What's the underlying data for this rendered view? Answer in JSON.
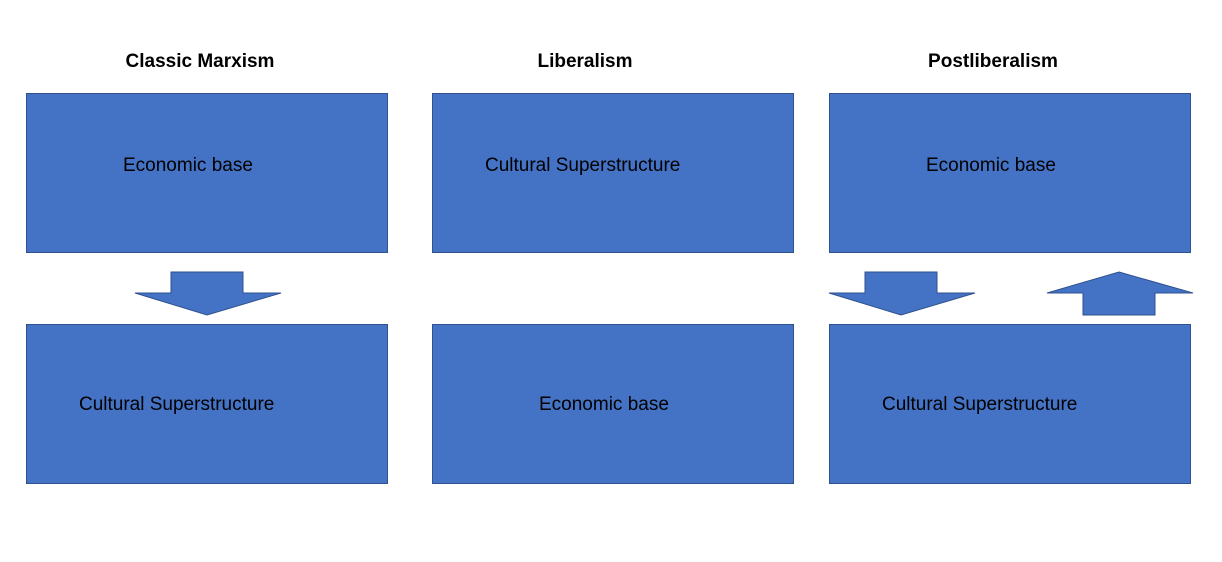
{
  "diagram": {
    "columns": [
      {
        "heading": "Classic Marxism",
        "top_box": "Economic base",
        "bottom_box": "Cultural Superstructure",
        "arrows": [
          "down"
        ]
      },
      {
        "heading": "Liberalism",
        "top_box": "Cultural Superstructure",
        "bottom_box": "Economic base",
        "arrows": []
      },
      {
        "heading": "Postliberalism",
        "top_box": "Economic base",
        "bottom_box": "Cultural Superstructure",
        "arrows": [
          "down",
          "up"
        ]
      }
    ],
    "colors": {
      "box_fill": "#4472c4",
      "box_border": "#2f528f"
    }
  }
}
